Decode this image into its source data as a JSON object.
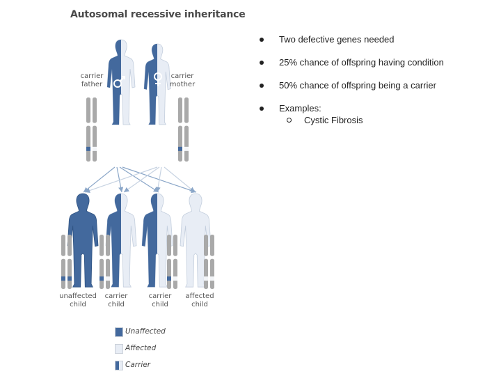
{
  "diagram": {
    "title": "Autosomal recessive inheritance",
    "parents": {
      "father": "carrier\nfather",
      "mother": "carrier\nmother"
    },
    "children": [
      {
        "label": "unaffected\nchild",
        "type": "dark"
      },
      {
        "label": "carrier\nchild",
        "type": "carrier"
      },
      {
        "label": "carrier\nchild",
        "type": "carrier"
      },
      {
        "label": "affected\nchild",
        "type": "light"
      }
    ],
    "legend": [
      {
        "label": "Unaffected",
        "type": "dark"
      },
      {
        "label": "Affected",
        "type": "light"
      },
      {
        "label": "Carrier",
        "type": "carrier"
      }
    ],
    "colors": {
      "dark": "#43699d",
      "light": "#e8edf5",
      "gray": "#a9a9a9",
      "arrow": "#8aa6c8"
    }
  },
  "bullets": [
    {
      "text": "Two defective genes needed"
    },
    {
      "text": "25% chance of offspring having condition"
    },
    {
      "text": "50% chance of offspring being a carrier"
    },
    {
      "text": "Examples:",
      "sub": [
        "Cystic Fibrosis"
      ]
    }
  ]
}
